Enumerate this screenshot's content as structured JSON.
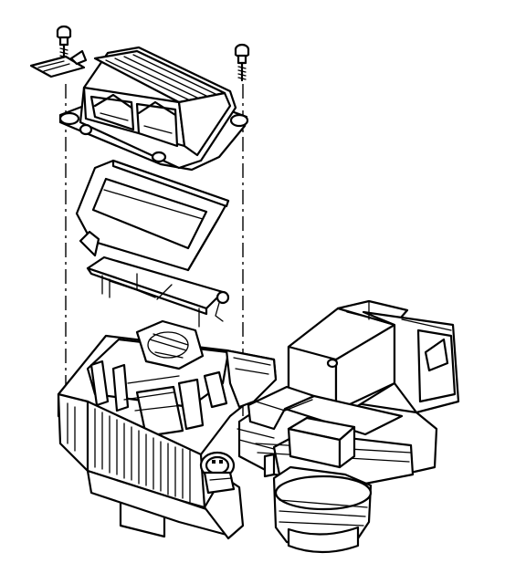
{
  "diagram": {
    "style": "black line-art exploded view",
    "background": "#ffffff",
    "stroke_color": "#000000",
    "parts": [
      "screw-top-left",
      "screw-top-right",
      "retaining-clip",
      "upper-vent-cover",
      "filter-frame",
      "filter-element",
      "hvac-module-housing",
      "blower-motor-housing",
      "blower-motor",
      "harness-connector"
    ]
  }
}
